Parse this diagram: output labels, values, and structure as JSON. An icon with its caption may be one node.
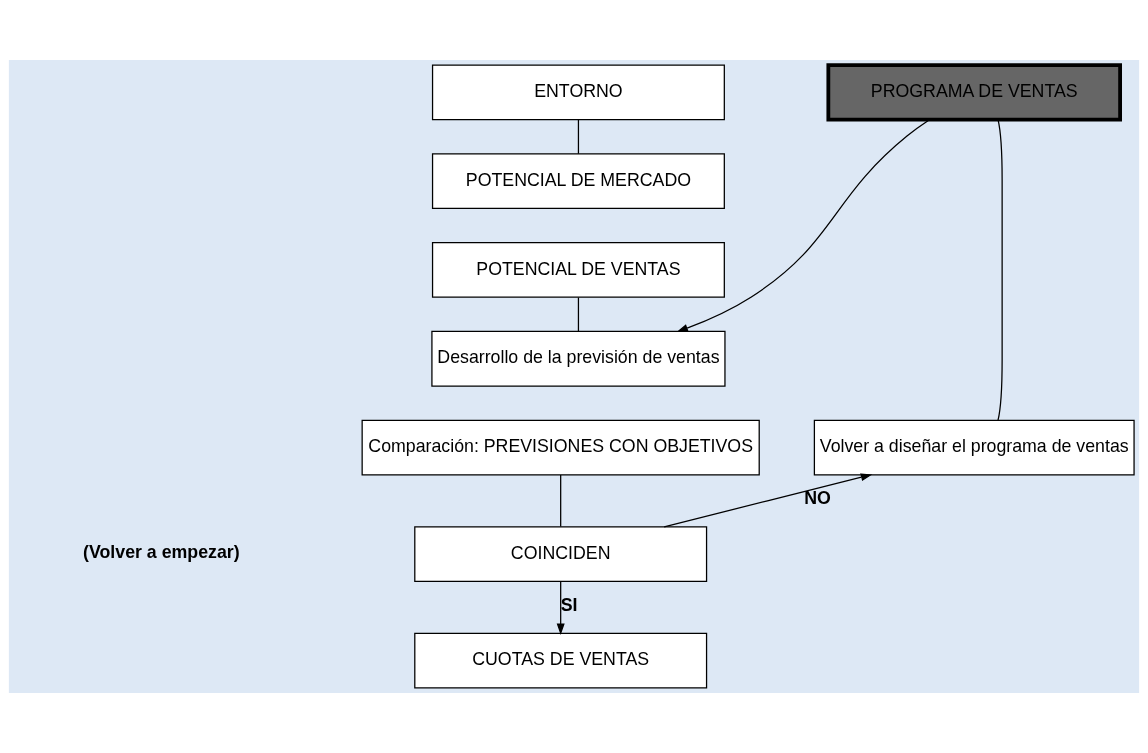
{
  "diagram": {
    "nodes": [
      {
        "text": [
          "ENTORNO"
        ]
      },
      {
        "text": [
          "PROGRAMA DE VENTAS"
        ]
      },
      {
        "text": [
          "POTENCIAL DE MERCADO"
        ]
      },
      {
        "text": [
          "POTENCIAL DE VENTAS"
        ]
      },
      {
        "text": [
          "Volver a diseñar el programa de ventas"
        ]
      },
      {
        "text": [
          "Desarrollo de la previsión de ventas"
        ]
      },
      {
        "text": [
          "Comparación: PREVISIONES CON OBJETIVOS"
        ]
      },
      {
        "text": [
          "COINCIDEN"
        ]
      },
      {
        "text": [
          "CUOTAS DE VENTAS"
        ]
      }
    ],
    "edges": [
      {
        "from": 0,
        "to": 2,
        "arrow": "none"
      },
      {
        "from": 3,
        "to": 5,
        "arrow": "none"
      },
      {
        "from": 1,
        "to": 5,
        "arrow": "to"
      },
      {
        "from": 6,
        "to": 7,
        "arrow": "none"
      },
      {
        "from": 7,
        "to": 8,
        "arrow": "to",
        "label": "SI"
      },
      {
        "from": 7,
        "to": 4,
        "arrow": "to",
        "label": "NO"
      },
      {
        "from": 4,
        "to": 1,
        "arrow": "none"
      }
    ],
    "labels": [
      "(Volver a empezar)"
    ]
  }
}
